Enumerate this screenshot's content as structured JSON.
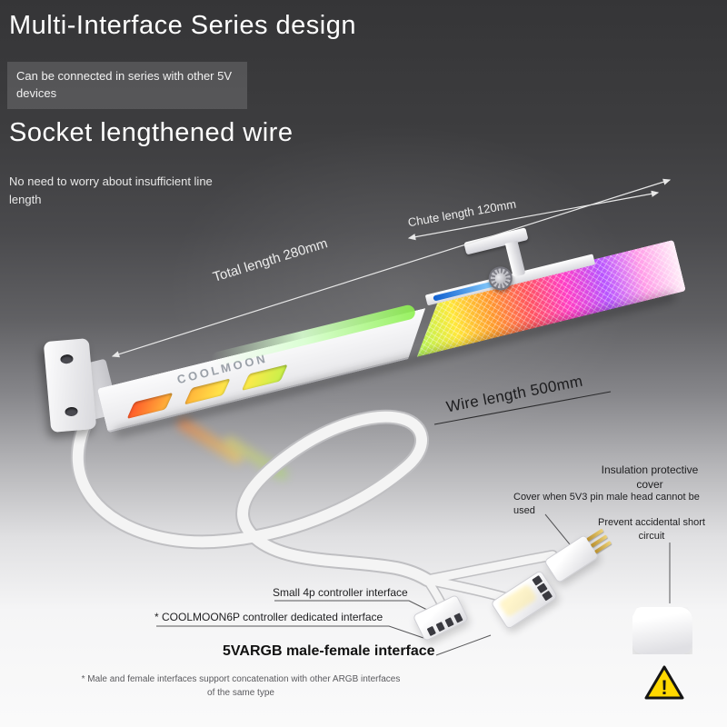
{
  "header": {
    "title1": "Multi-Interface Series design",
    "subtitle1": "Can be connected in series with other 5V devices",
    "title2": "Socket lengthened wire",
    "subtitle2": "No need to worry about insufficient line length"
  },
  "product": {
    "brand": "COOLMOON",
    "dimensions": {
      "total": "Total length 280mm",
      "chute": "Chute length 120mm",
      "wire": "Wire length 500mm"
    }
  },
  "callouts": {
    "insulation_title": "Insulation protective cover",
    "insulation_sub": "Cover when 5V3 pin male head cannot be used",
    "insulation_note": "Prevent accidental short circuit",
    "small_4p": "Small 4p controller interface",
    "coolmoon_6p": "* COOLMOON6P controller dedicated interface",
    "argb": "5VARGB male-female interface",
    "footnote_line1": "* Male and female interfaces support concatenation with other ARGB interfaces",
    "footnote_line2": "of the same type",
    "warning_mark": "!"
  },
  "colors": {
    "warning_yellow": "#ffd800",
    "chute_blue": "#1565d8",
    "background_dark": "#3a3a3d",
    "background_light": "#fafafa"
  }
}
